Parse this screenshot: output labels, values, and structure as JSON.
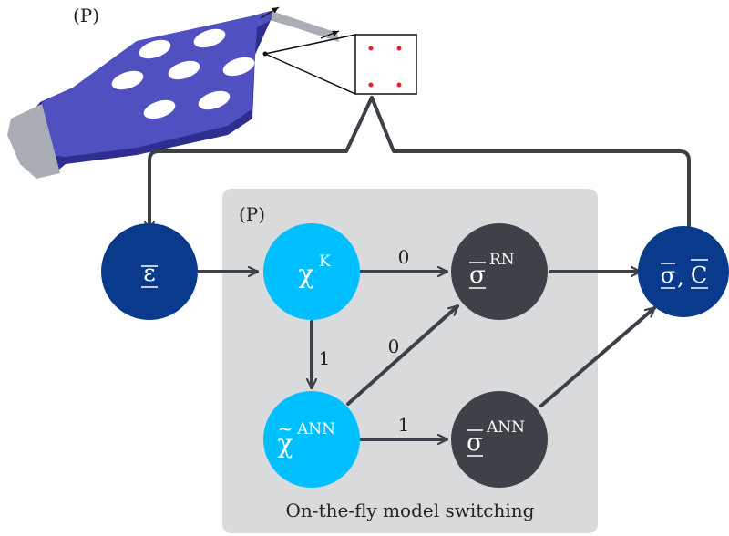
{
  "labels": {
    "top_label": "(P)",
    "panel_label": "(P)",
    "caption": "On-the-fly model switching"
  },
  "nodes": {
    "strain": {
      "symbol": "ε"
    },
    "chi_k": {
      "symbol": "χ",
      "superscript": "K"
    },
    "chi_ann": {
      "symbol": "χ",
      "accent": "~",
      "superscript": "ANN"
    },
    "sigma_rn": {
      "symbol": "σ",
      "superscript": "RN"
    },
    "sigma_ann": {
      "symbol": "σ",
      "superscript": "ANN"
    },
    "output": {
      "symbol1": "σ",
      "separator": ",",
      "symbol2": "C"
    }
  },
  "edges": {
    "chi_k_to_sigma_rn": "0",
    "chi_k_to_chi_ann": "1",
    "chi_ann_to_sigma_rn": "0",
    "chi_ann_to_sigma_ann": "1"
  },
  "colors": {
    "dark_blue": "#0a3a8c",
    "light_blue": "#00bfff",
    "dark_gray": "#3e4147",
    "panel_gray": "#d9dadc",
    "plate_blue": "#5050c0",
    "grip_gray": "#a8aeb4",
    "arrow": "#3c4148",
    "gauss_red": "#e8202a"
  },
  "icons": {
    "specimen": "perforated-plate-specimen-icon"
  }
}
